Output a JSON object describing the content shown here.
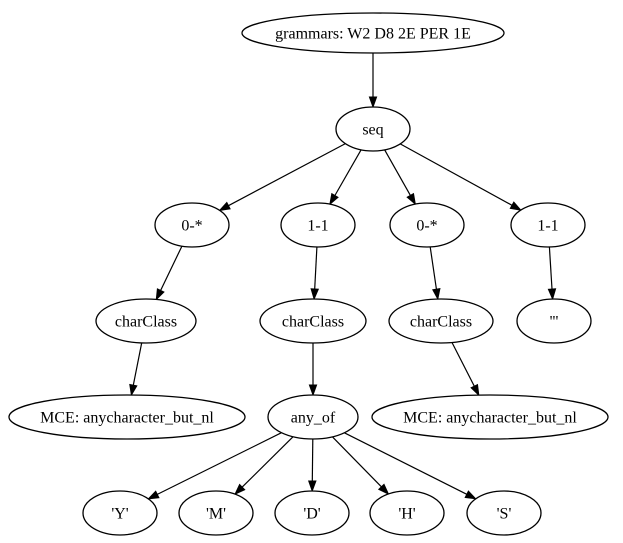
{
  "diagram": {
    "nodes": {
      "root": {
        "label": "grammars: W2 D8 2E PER 1E"
      },
      "seq": {
        "label": "seq"
      },
      "rep1": {
        "label": "0-*"
      },
      "rep2": {
        "label": "1-1"
      },
      "rep3": {
        "label": "0-*"
      },
      "rep4": {
        "label": "1-1"
      },
      "cc1": {
        "label": "charClass"
      },
      "cc2": {
        "label": "charClass"
      },
      "cc3": {
        "label": "charClass"
      },
      "quote": {
        "label": "'''"
      },
      "mce1": {
        "label": "MCE: anycharacter_but_nl"
      },
      "anyof": {
        "label": "any_of"
      },
      "mce2": {
        "label": "MCE: anycharacter_but_nl"
      },
      "lit_y": {
        "label": "'Y'"
      },
      "lit_m": {
        "label": "'M'"
      },
      "lit_d": {
        "label": "'D'"
      },
      "lit_h": {
        "label": "'H'"
      },
      "lit_s": {
        "label": "'S'"
      }
    },
    "edges": [
      [
        "root",
        "seq"
      ],
      [
        "seq",
        "rep1"
      ],
      [
        "seq",
        "rep2"
      ],
      [
        "seq",
        "rep3"
      ],
      [
        "seq",
        "rep4"
      ],
      [
        "rep1",
        "cc1"
      ],
      [
        "rep2",
        "cc2"
      ],
      [
        "rep3",
        "cc3"
      ],
      [
        "rep4",
        "quote"
      ],
      [
        "cc1",
        "mce1"
      ],
      [
        "cc2",
        "anyof"
      ],
      [
        "cc3",
        "mce2"
      ],
      [
        "anyof",
        "lit_y"
      ],
      [
        "anyof",
        "lit_m"
      ],
      [
        "anyof",
        "lit_d"
      ],
      [
        "anyof",
        "lit_h"
      ],
      [
        "anyof",
        "lit_s"
      ]
    ]
  }
}
